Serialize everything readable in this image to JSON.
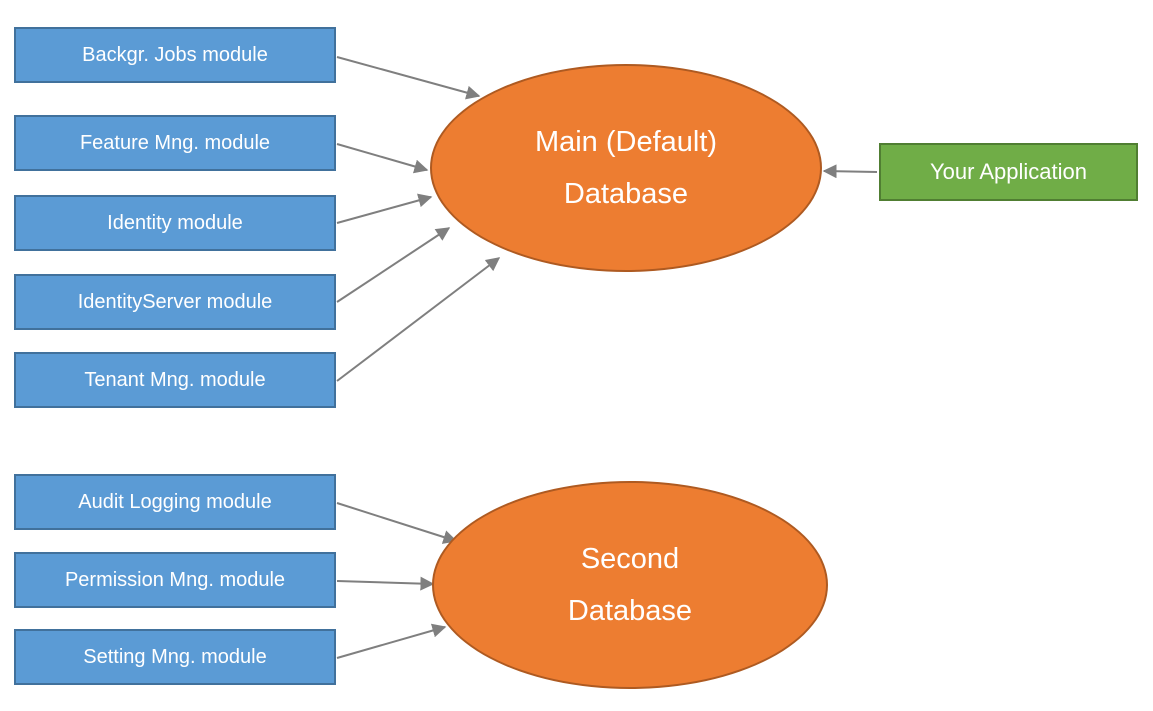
{
  "diagram": {
    "top_group": {
      "modules": [
        {
          "label": "Backgr. Jobs module"
        },
        {
          "label": "Feature Mng. module"
        },
        {
          "label": "Identity module"
        },
        {
          "label": "IdentityServer module"
        },
        {
          "label": "Tenant Mng. module"
        }
      ],
      "database": {
        "line1": "Main (Default)",
        "line2": "Database"
      },
      "application": {
        "label": "Your Application"
      }
    },
    "bottom_group": {
      "modules": [
        {
          "label": "Audit Logging module"
        },
        {
          "label": "Permission Mng. module"
        },
        {
          "label": "Setting Mng. module"
        }
      ],
      "database": {
        "line1": "Second",
        "line2": "Database"
      }
    },
    "connections": [
      {
        "from": "Backgr. Jobs module",
        "to": "Main (Default) Database"
      },
      {
        "from": "Feature Mng. module",
        "to": "Main (Default) Database"
      },
      {
        "from": "Identity module",
        "to": "Main (Default) Database"
      },
      {
        "from": "IdentityServer module",
        "to": "Main (Default) Database"
      },
      {
        "from": "Tenant Mng. module",
        "to": "Main (Default) Database"
      },
      {
        "from": "Your Application",
        "to": "Main (Default) Database"
      },
      {
        "from": "Audit Logging module",
        "to": "Second Database"
      },
      {
        "from": "Permission Mng. module",
        "to": "Second Database"
      },
      {
        "from": "Setting Mng. module",
        "to": "Second Database"
      }
    ],
    "colors": {
      "module_fill": "#5B9BD5",
      "module_border": "#41719C",
      "database_fill": "#ED7D31",
      "database_border": "#AE5A21",
      "application_fill": "#70AD47",
      "application_border": "#507E32",
      "arrow": "#7F7F7F",
      "text": "#FFFFFF"
    }
  }
}
